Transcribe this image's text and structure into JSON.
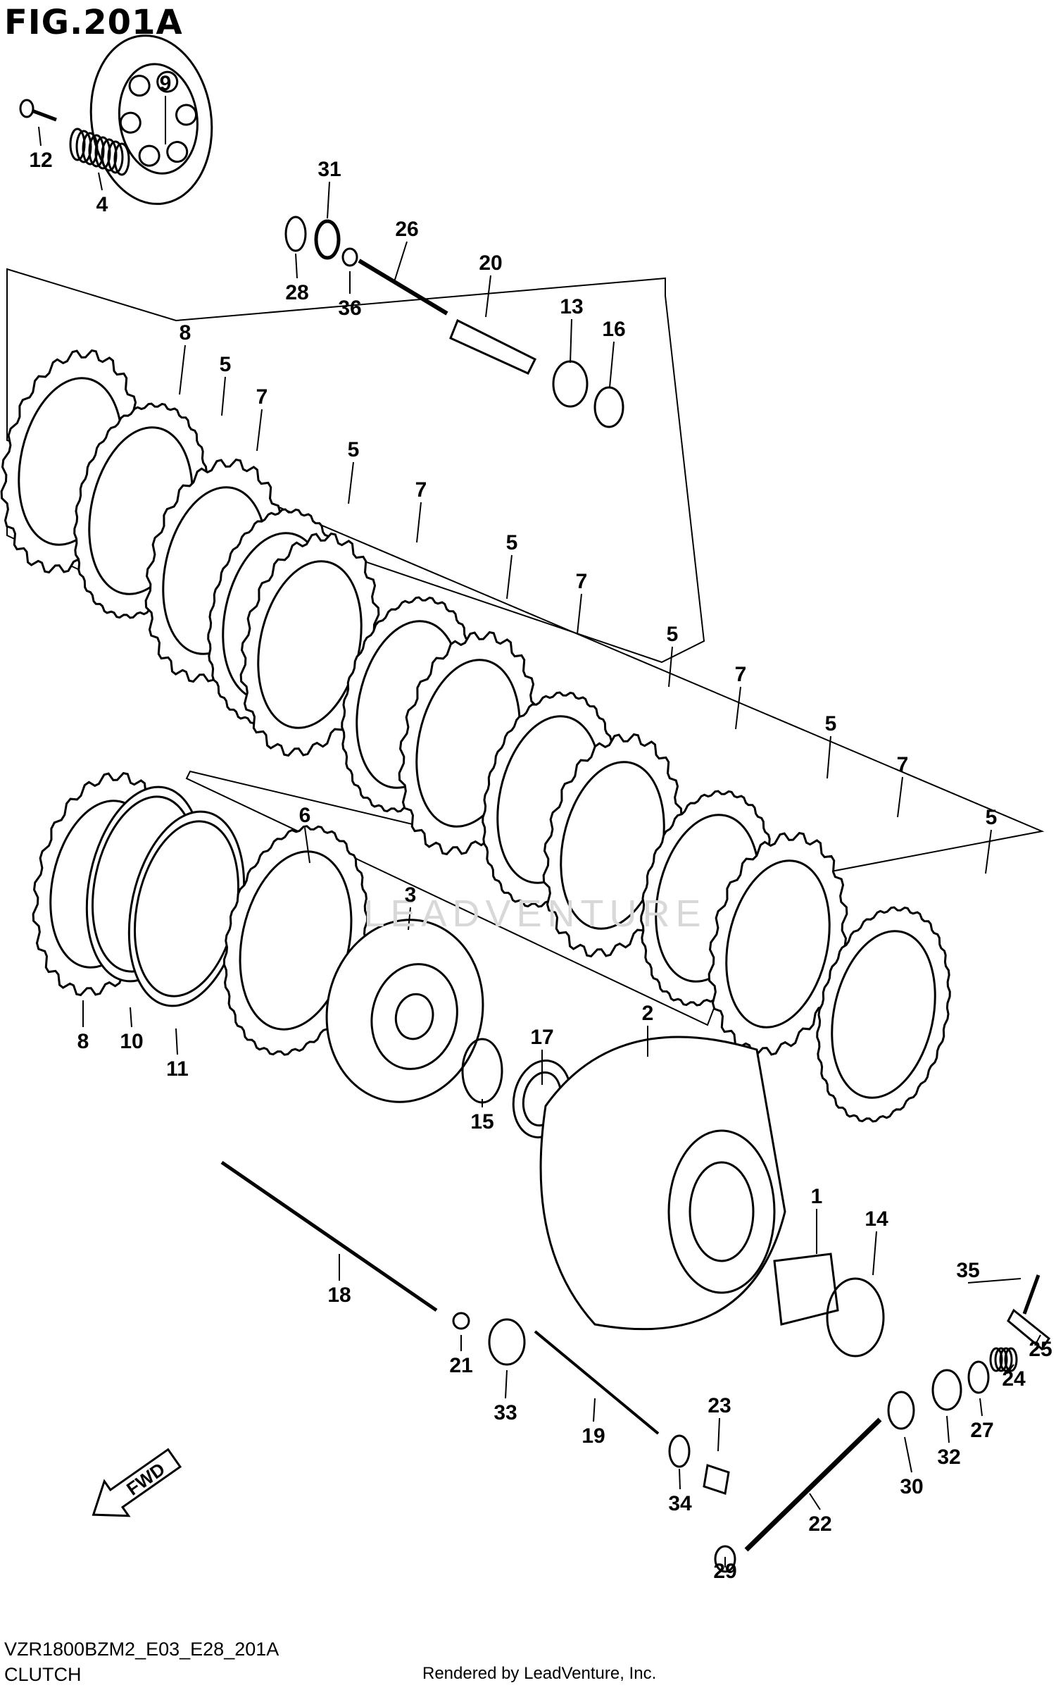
{
  "figure": {
    "title": "FIG.201A"
  },
  "footer": {
    "code": "VZR1800BZM2_E03_E28_201A",
    "name": "CLUTCH",
    "credit": "Rendered by LeadVenture, Inc."
  },
  "watermark": "LEADVENTURE",
  "fwd_label": "FWD",
  "callouts": [
    "1",
    "2",
    "3",
    "4",
    "5",
    "6",
    "7",
    "8",
    "9",
    "10",
    "11",
    "12",
    "13",
    "14",
    "15",
    "16",
    "17",
    "18",
    "19",
    "20",
    "21",
    "22",
    "23",
    "24",
    "25",
    "26",
    "27",
    "28",
    "29",
    "30",
    "31",
    "32",
    "33",
    "34",
    "35",
    "36"
  ],
  "callout_placements": [
    {
      "label": "9"
    },
    {
      "label": "12"
    },
    {
      "label": "4"
    },
    {
      "label": "31"
    },
    {
      "label": "26"
    },
    {
      "label": "28"
    },
    {
      "label": "36"
    },
    {
      "label": "20"
    },
    {
      "label": "13"
    },
    {
      "label": "16"
    },
    {
      "label": "8"
    },
    {
      "label": "5"
    },
    {
      "label": "7"
    },
    {
      "label": "5"
    },
    {
      "label": "7"
    },
    {
      "label": "5"
    },
    {
      "label": "7"
    },
    {
      "label": "5"
    },
    {
      "label": "7"
    },
    {
      "label": "5"
    },
    {
      "label": "7"
    },
    {
      "label": "5"
    },
    {
      "label": "6"
    },
    {
      "label": "3"
    },
    {
      "label": "8"
    },
    {
      "label": "10"
    },
    {
      "label": "11"
    },
    {
      "label": "17"
    },
    {
      "label": "2"
    },
    {
      "label": "15"
    },
    {
      "label": "1"
    },
    {
      "label": "14"
    },
    {
      "label": "18"
    },
    {
      "label": "35"
    },
    {
      "label": "21"
    },
    {
      "label": "33"
    },
    {
      "label": "19"
    },
    {
      "label": "23"
    },
    {
      "label": "25"
    },
    {
      "label": "24"
    },
    {
      "label": "27"
    },
    {
      "label": "32"
    },
    {
      "label": "30"
    },
    {
      "label": "34"
    },
    {
      "label": "22"
    },
    {
      "label": "29"
    }
  ]
}
